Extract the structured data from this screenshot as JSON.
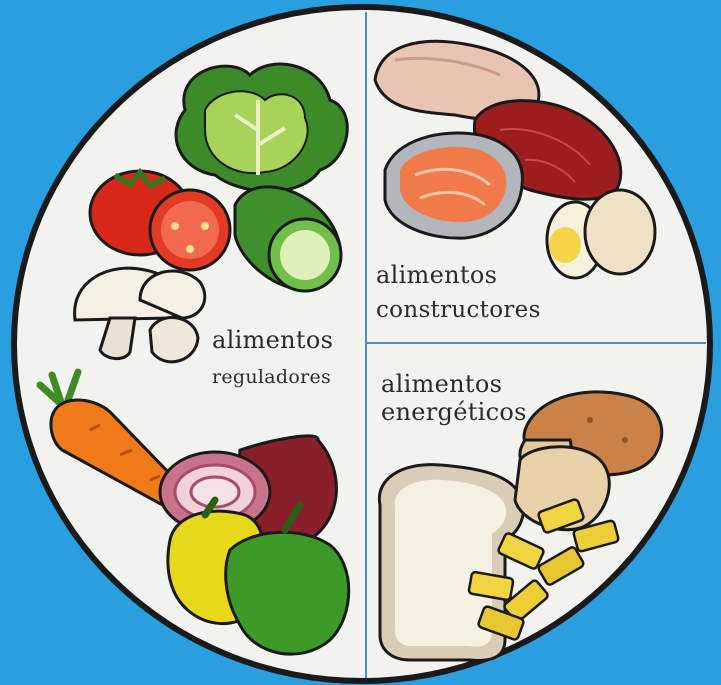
{
  "colors": {
    "background": "#2a9fe0",
    "plate": "#f2f2f0",
    "plate_rim": "#1a1a1a",
    "divider": "#4a90b8"
  },
  "sections": [
    {
      "id": "reguladores",
      "line1": "alimentos",
      "line2": "reguladores",
      "foods": [
        "lettuce-icon",
        "tomato-icon",
        "cucumber-icon",
        "mushroom-icon",
        "carrot-icon",
        "onion-icon",
        "pepper-icon"
      ]
    },
    {
      "id": "constructores",
      "line1": "alimentos",
      "line2": "constructores",
      "foods": [
        "chicken-icon",
        "beef-icon",
        "salmon-icon",
        "egg-icon"
      ]
    },
    {
      "id": "energeticos",
      "line1": "alimentos",
      "line2": "energéticos",
      "foods": [
        "bread-icon",
        "potato-icon",
        "pasta-icon"
      ]
    }
  ]
}
